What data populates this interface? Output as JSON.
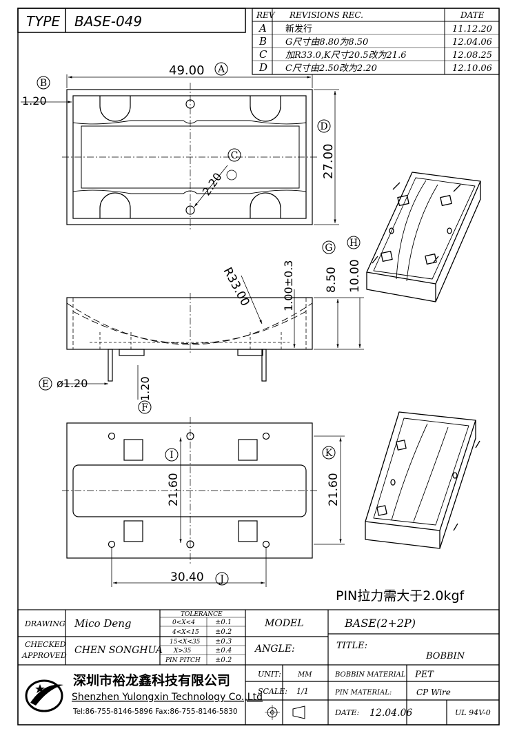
{
  "header": {
    "type_label": "TYPE",
    "type_value": "BASE-049"
  },
  "revisions": {
    "headers": [
      "REV",
      "REVISIONS REC.",
      "DATE"
    ],
    "rows": [
      {
        "rev": "A",
        "desc": "新发行",
        "date": "11.12.20"
      },
      {
        "rev": "B",
        "desc": "G尺寸由8.80为8.50",
        "date": "12.04.06"
      },
      {
        "rev": "C",
        "desc": "加R33.0,K尺寸20.5改为21.6",
        "date": "12.08.25"
      },
      {
        "rev": "D",
        "desc": "C尺寸由2.50改为2.20",
        "date": "12.10.06"
      }
    ]
  },
  "dimensions": {
    "width_49": "49.00",
    "h_27": "27.00",
    "b_120": "1.20",
    "c_220": "2.20",
    "r33": "R33.00",
    "tol_100": "1.00±0.3",
    "g_850": "8.50",
    "h_1000": "10.00",
    "e_dia": "ø1.20",
    "f_120": "1.20",
    "i_2160": "21.60",
    "k_2160": "21.60",
    "j_3040": "30.40"
  },
  "markers": [
    "A",
    "B",
    "C",
    "D",
    "E",
    "F",
    "G",
    "H",
    "I",
    "J",
    "K"
  ],
  "pin_note": "PIN拉力需大于2.0kgf",
  "title_block": {
    "drawing_label": "DRAWING",
    "drawing_value": "Mico Deng",
    "checked_label": "CHECKED",
    "approved_label": "APPROVED",
    "checked_value": "CHEN SONGHUA",
    "tolerance_title": "TOLERANCE",
    "tolerances": [
      {
        "range": "0<X<4",
        "tol": "±0.1"
      },
      {
        "range": "4<X<15",
        "tol": "±0.2"
      },
      {
        "range": "15<X<35",
        "tol": "±0.3"
      },
      {
        "range": "X>35",
        "tol": "±0.4"
      },
      {
        "range": "PIN PITCH",
        "tol": "±0.2"
      }
    ],
    "model_label": "MODEL",
    "model_value": "BASE(2+2P)",
    "angle_label": "ANGLE:",
    "title_label": "TITLE:",
    "title_value": "BOBBIN",
    "unit_label": "UNIT:",
    "unit_value": "MM",
    "scale_label": "SCALE:",
    "scale_value": "1/1",
    "bobbin_material_label": "BOBBIN MATERIAL",
    "bobbin_material_value": "PET",
    "pin_material_label": "PIN MATERIAL:",
    "pin_material_value": "CP Wire",
    "date_label": "DATE:",
    "date_value": "12.04.06",
    "ul_value": "UL 94V-0",
    "company_cn": "深圳市裕龙鑫科技有限公司",
    "company_en": "Shenzhen Yulongxin Technology Co.,Ltd",
    "company_contact": "Tel:86-755-8146-5896  Fax:86-755-8146-5830"
  }
}
